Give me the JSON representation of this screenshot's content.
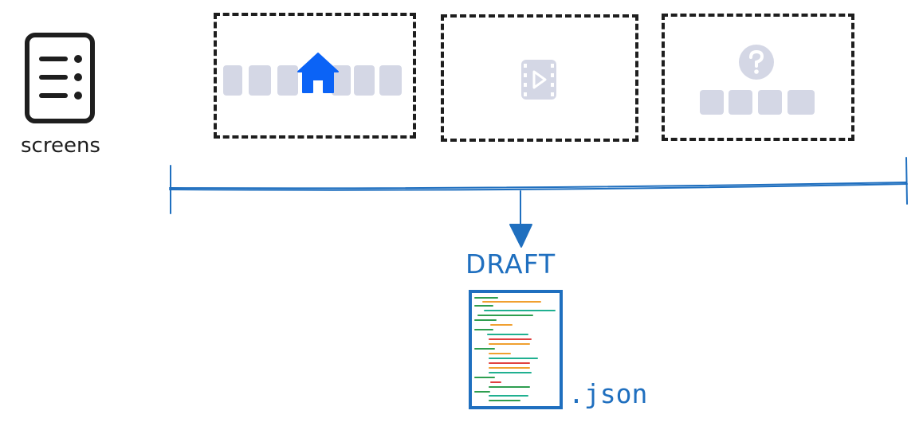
{
  "labels": {
    "screens": "screens",
    "draft": "DRAFT",
    "json_ext": ".json"
  },
  "icons": {
    "screens": "list-document-icon",
    "home": "home-icon",
    "video": "video-film-icon",
    "help": "question-mark-icon"
  },
  "colors": {
    "accent_blue": "#1f6fbf",
    "home_icon_blue": "#0b63f6",
    "placeholder_gray": "#d4d7e5",
    "ink": "#1e1e1e",
    "code_green": "#2e9e4f",
    "code_orange": "#f0a030",
    "code_red": "#e04040",
    "code_teal": "#20b090"
  }
}
